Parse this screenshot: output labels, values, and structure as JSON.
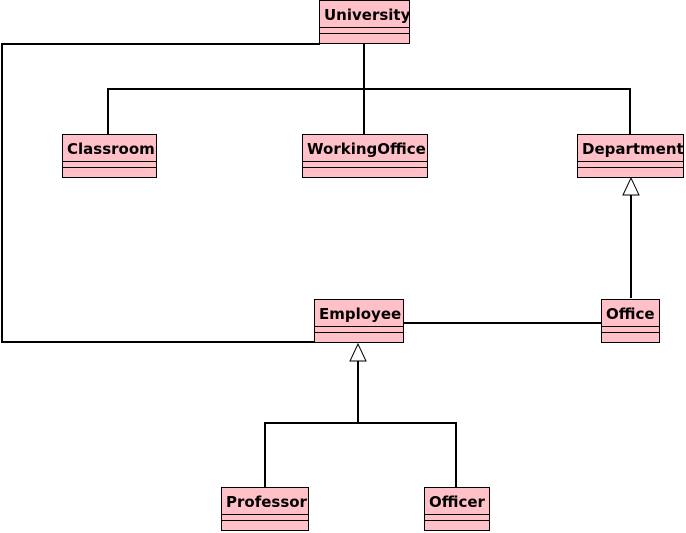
{
  "diagram": {
    "classes": {
      "university": "University",
      "classroom": "Classroom",
      "working_office": "WorkingOffice",
      "department": "Department",
      "employee": "Employee",
      "office": "Office",
      "professor": "Professor",
      "officer": "Officer"
    },
    "relationships": [
      {
        "type": "association",
        "from": "University",
        "to": "Classroom"
      },
      {
        "type": "association",
        "from": "University",
        "to": "WorkingOffice"
      },
      {
        "type": "association",
        "from": "University",
        "to": "Department"
      },
      {
        "type": "association",
        "from": "University",
        "to": "Employee"
      },
      {
        "type": "association",
        "from": "Employee",
        "to": "Office"
      },
      {
        "type": "generalization",
        "from": "Office",
        "to": "Department"
      },
      {
        "type": "generalization",
        "from": "Professor",
        "to": "Employee"
      },
      {
        "type": "generalization",
        "from": "Officer",
        "to": "Employee"
      }
    ],
    "colors": {
      "class_fill": "#ffc0c8",
      "line": "#000000"
    }
  }
}
